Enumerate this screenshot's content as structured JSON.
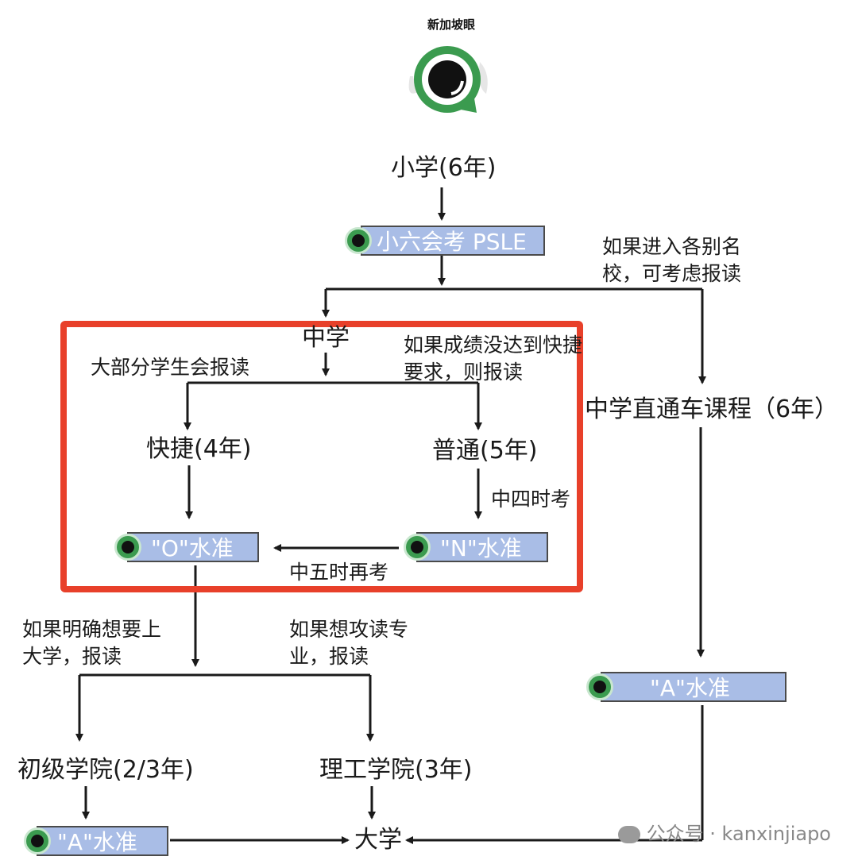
{
  "logo": {
    "text": "新加坡眼"
  },
  "nodes": {
    "primary": "小学(6年)",
    "secondary": "中学",
    "express": "快捷(4年)",
    "normal": "普通(5年)",
    "ip": "中学直通车课程（6年）",
    "jc": "初级学院(2/3年)",
    "poly": "理工学院(3年)",
    "university": "大学"
  },
  "exams": {
    "psle": "小六会考 PSLE",
    "o_level": "\"O\"水准",
    "n_level": "\"N\"水准",
    "a_level_ip": "\"A\"水准",
    "a_level_jc": "\"A\"水准"
  },
  "notes": {
    "ip_condition": "如果进入各别名校，可考虑报读",
    "most_students": "大部分学生会报读",
    "not_meet_express": "如果成绩没达到快捷要求，则报读",
    "sec4_exam": "中四时考",
    "sec5_retake": "中五时再考",
    "want_university": "如果明确想要上大学，报读",
    "want_specialty": "如果想攻读专业，报读"
  },
  "watermark": {
    "text": "公众号 · kanxinjiapo"
  },
  "colors": {
    "highlight_box": "#e8402a",
    "exam_box": "#a9bde6",
    "logo_green": "#3b9b4f"
  }
}
